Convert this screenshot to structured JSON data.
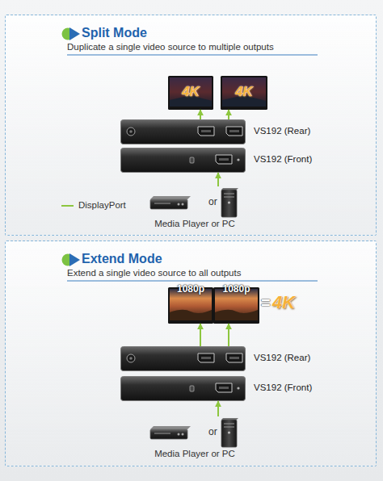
{
  "diagram": {
    "nodes": [
      {
        "text": [
          "Split Mode",
          "Duplicate a single video source to multiple outputs"
        ]
      },
      {
        "text": [
          "4K"
        ],
        "in": 0
      },
      {
        "text": [
          "4K"
        ],
        "in": 0
      },
      {
        "text": [
          "VS192 (Rear)"
        ],
        "in": 0
      },
      {
        "text": [
          "VS192 (Front)"
        ],
        "in": 0
      },
      {
        "text": [
          "or",
          "Media Player or PC"
        ],
        "in": 0
      },
      {
        "text": [
          "Extend Mode",
          "Extend a single video source to all outputs"
        ]
      },
      {
        "text": [
          "1080p"
        ],
        "in": 6
      },
      {
        "text": [
          "1080p"
        ],
        "in": 6
      },
      {
        "text": [
          "VS192 (Rear)"
        ],
        "in": 6
      },
      {
        "text": [
          "VS192 (Front)"
        ],
        "in": 6
      },
      {
        "text": [
          "or",
          "Media Player or PC"
        ],
        "in": 6
      }
    ],
    "edges": [
      {
        "from": 5,
        "to": 4,
        "arrow": "to"
      },
      {
        "from": 3,
        "to": 1,
        "arrow": "to"
      },
      {
        "from": 3,
        "to": 2,
        "arrow": "to"
      },
      {
        "from": 11,
        "to": 10,
        "arrow": "to"
      },
      {
        "from": 9,
        "to": 7,
        "arrow": "to"
      },
      {
        "from": 9,
        "to": 8,
        "arrow": "to"
      }
    ],
    "labels": [
      "=",
      "4K"
    ],
    "legend": [
      {
        "text": "DisplayPort"
      }
    ]
  }
}
